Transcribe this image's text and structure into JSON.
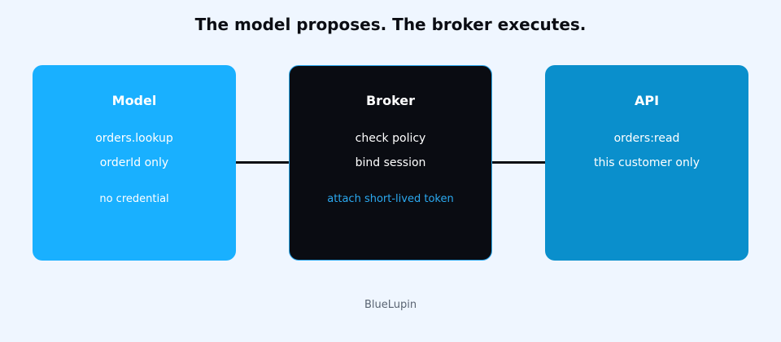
{
  "title": "The model proposes. The broker executes.",
  "boxes": [
    {
      "heading": "Model",
      "lines": [
        "orders.lookup",
        "orderId only"
      ],
      "note": "no credential",
      "color": "#19b0ff"
    },
    {
      "heading": "Broker",
      "lines": [
        "check policy",
        "bind session"
      ],
      "note": "attach short-lived token",
      "color": "#0a0c12",
      "accent": "#2ba9f0"
    },
    {
      "heading": "API",
      "lines": [
        "orders:read",
        "this customer only"
      ],
      "note": "",
      "color": "#0a8fcc"
    }
  ],
  "footer": "BlueLupin"
}
